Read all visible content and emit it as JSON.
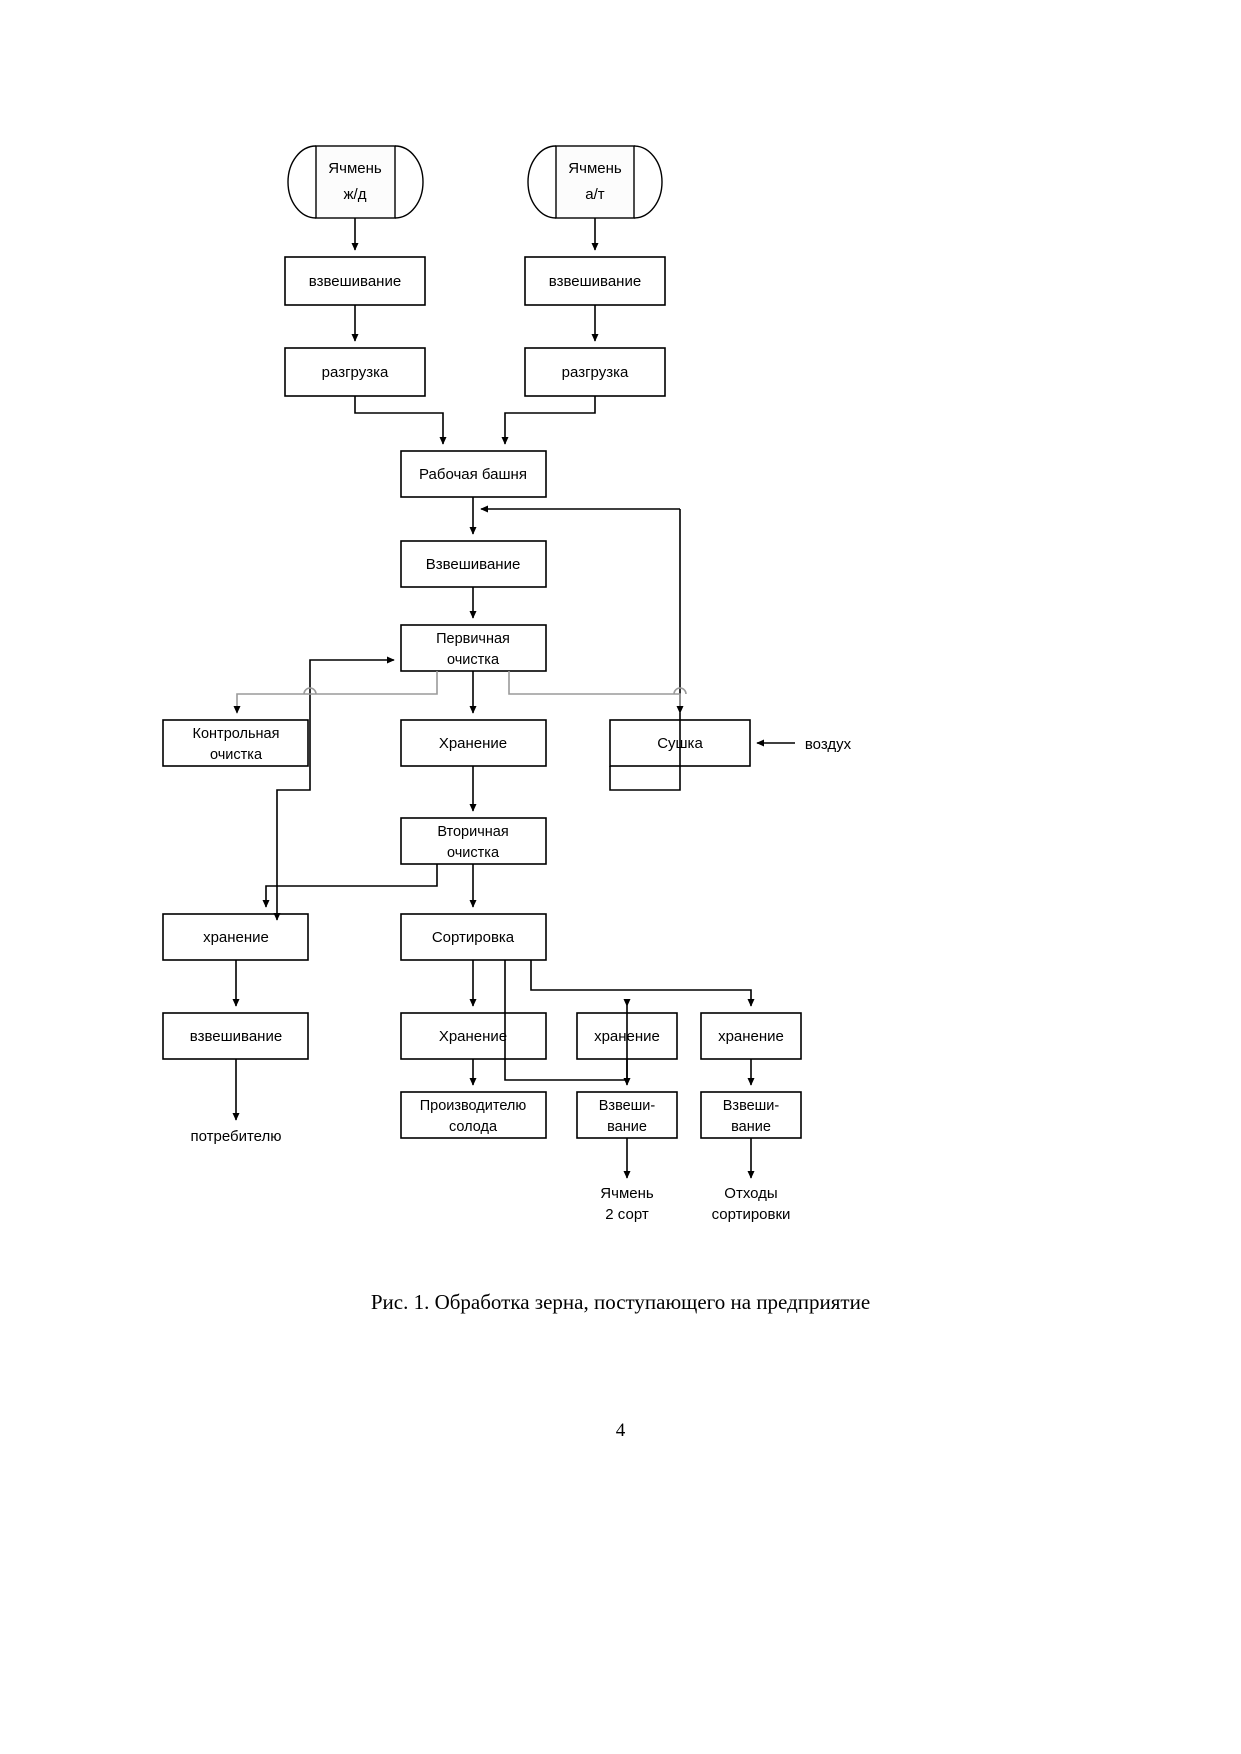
{
  "figure": {
    "caption": "Рис. 1. Обработка зерна, поступающего на предприятие",
    "page_number": "4",
    "colors": {
      "stroke": "#000000",
      "branch_stroke": "#9a9a9a",
      "background": "#ffffff"
    }
  },
  "nodes": {
    "barley_rail": {
      "line1": "Ячмень",
      "line2": "ж/д"
    },
    "barley_truck": {
      "line1": "Ячмень",
      "line2": "а/т"
    },
    "weigh_rail": "взвешивание",
    "weigh_truck": "взвешивание",
    "unload_rail": "разгрузка",
    "unload_truck": "разгрузка",
    "work_tower": "Рабочая башня",
    "weighing_main": "Взвешивание",
    "primary_cleaning": {
      "line1": "Первичная",
      "line2": "очистка"
    },
    "control_cleaning": {
      "line1": "Контрольная",
      "line2": "очистка"
    },
    "storage_mid": "Хранение",
    "drying": "Сушка",
    "air_label": "воздух",
    "secondary_cleaning": {
      "line1": "Вторичная",
      "line2": "очистка"
    },
    "storage_left": "хранение",
    "sorting": "Сортировка",
    "weighing_left": "взвешивание",
    "to_consumer": "потребителю",
    "storage_a": "Хранение",
    "storage_b": "хранение",
    "storage_c": "хранение",
    "to_malt_producer": {
      "line1": "Производителю",
      "line2": "солода"
    },
    "weighing_b": {
      "line1": "Взвеши-",
      "line2": "вание"
    },
    "weighing_c": {
      "line1": "Взвеши-",
      "line2": "вание"
    },
    "barley_grade2": {
      "line1": "Ячмень",
      "line2": "2 сорт"
    },
    "sorting_waste": {
      "line1": "Отходы",
      "line2": "сортировки"
    }
  }
}
